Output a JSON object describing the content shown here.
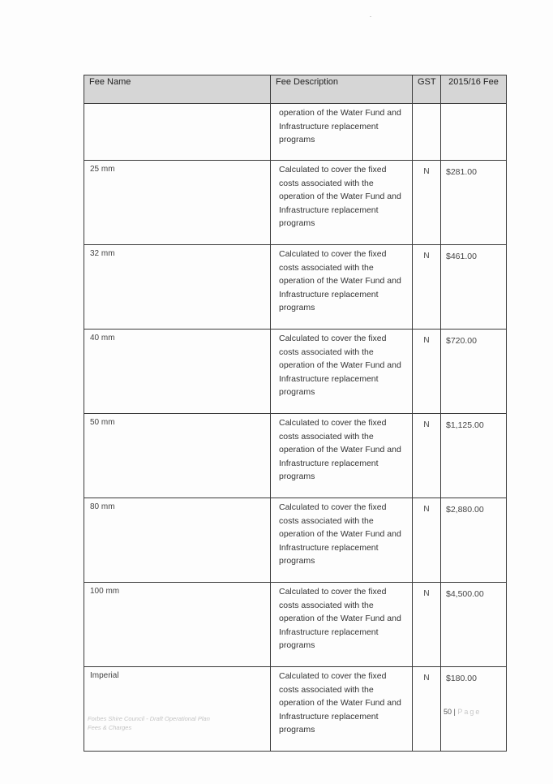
{
  "table": {
    "headers": {
      "fee_name": "Fee Name",
      "fee_description": "Fee Description",
      "gst": "GST",
      "fee": "2015/16 Fee"
    },
    "continued_row": {
      "name": "",
      "description": "operation of the Water Fund and Infrastructure replacement programs",
      "gst": "",
      "fee": ""
    },
    "rows": [
      {
        "name": "25 mm",
        "description": "Calculated to cover the fixed costs associated with the operation of the Water Fund and Infrastructure replacement programs",
        "gst": "N",
        "fee": "$281.00"
      },
      {
        "name": "32 mm",
        "description": "Calculated to cover the fixed costs associated with the operation of the Water Fund and Infrastructure replacement programs",
        "gst": "N",
        "fee": "$461.00"
      },
      {
        "name": "40 mm",
        "description": "Calculated to cover the fixed costs associated with the operation of the Water Fund and Infrastructure replacement programs",
        "gst": "N",
        "fee": "$720.00"
      },
      {
        "name": "50 mm",
        "description": "Calculated to cover the fixed costs associated with the operation of the Water Fund and Infrastructure replacement programs",
        "gst": "N",
        "fee": "$1,125.00"
      },
      {
        "name": "80 mm",
        "description": "Calculated to cover the fixed costs associated with the operation of the Water Fund and Infrastructure replacement programs",
        "gst": "N",
        "fee": "$2,880.00"
      },
      {
        "name": "100 mm",
        "description": "Calculated to cover the fixed costs associated with the operation of the Water Fund and Infrastructure replacement programs",
        "gst": "N",
        "fee": "$4,500.00"
      },
      {
        "name": "Imperial",
        "description": "Calculated to cover the fixed costs associated with the operation of the Water Fund and Infrastructure replacement programs",
        "gst": "N",
        "fee": "$180.00"
      }
    ]
  },
  "footer": {
    "left_line1": "Forbes Shire Council - Draft Operational Plan",
    "left_line2": "Fees & Charges",
    "page_number": "50",
    "separator": "|",
    "page_word": "Page"
  }
}
